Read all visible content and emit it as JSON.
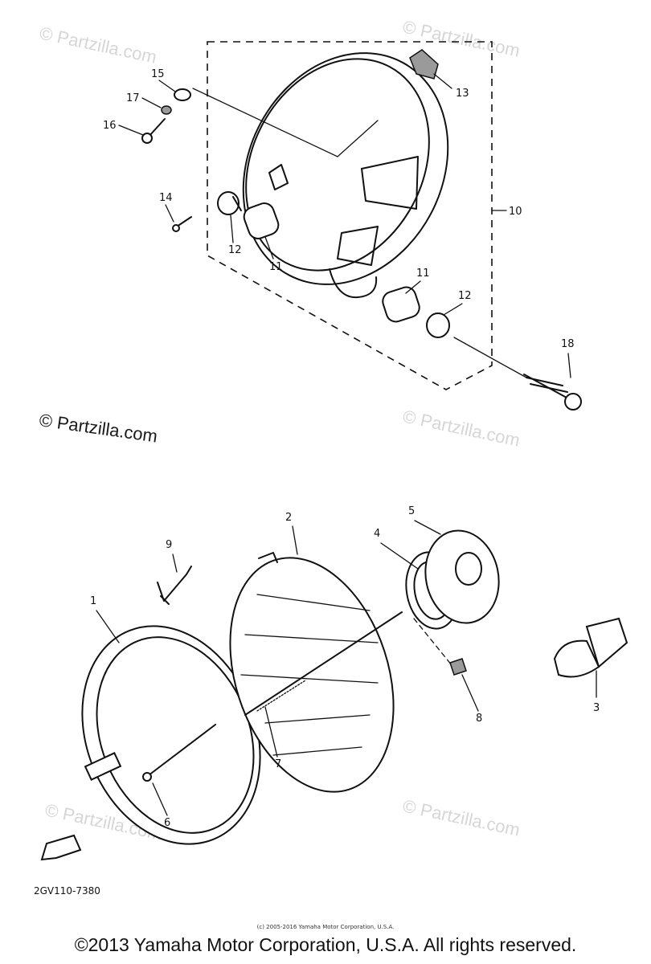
{
  "watermarks": {
    "text": "© Partzilla.com",
    "strong_text": "© Partzilla.com"
  },
  "diagram_code": "2GV110-7380",
  "part_labels": [
    "1",
    "2",
    "3",
    "4",
    "5",
    "6",
    "7",
    "8",
    "9",
    "10",
    "11",
    "11",
    "12",
    "12",
    "13",
    "14",
    "15",
    "16",
    "17",
    "18"
  ],
  "footer": {
    "small": "(c) 2005-2016 Yamaha Motor Corporation, U.S.A.",
    "main": "©2013 Yamaha Motor Corporation, U.S.A. All rights reserved."
  }
}
